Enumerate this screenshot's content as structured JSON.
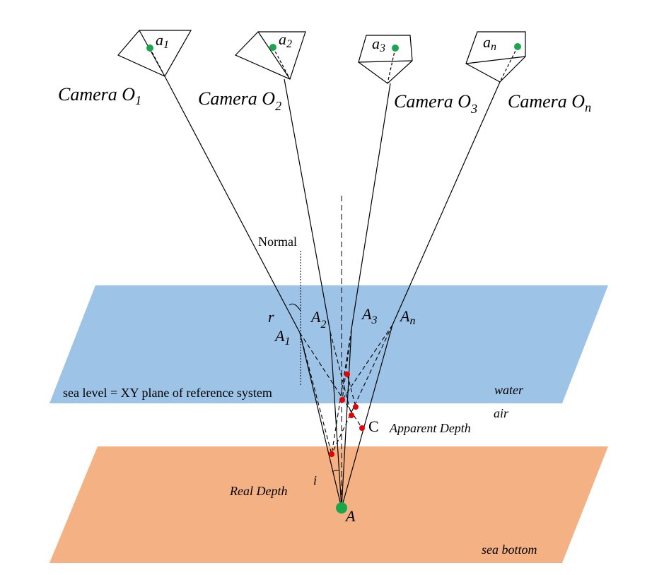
{
  "colors": {
    "water_plane": "#9dc3e6",
    "bottom_plane": "#f4b183",
    "point_green": "#1aa64a",
    "point_red": "#e60000",
    "line": "#000000"
  },
  "labels": {
    "cameras": [
      {
        "name": "Camera ",
        "sub": "O",
        "idx": "1"
      },
      {
        "name": "Camera ",
        "sub": "O",
        "idx": "2"
      },
      {
        "name": "Camera ",
        "sub": "O",
        "idx": "3"
      },
      {
        "name": "Camera ",
        "sub": "O",
        "idx": "n"
      }
    ],
    "image_points": [
      {
        "letter": "a",
        "idx": "1"
      },
      {
        "letter": "a",
        "idx": "2"
      },
      {
        "letter": "a",
        "idx": "3"
      },
      {
        "letter": "a",
        "idx": "n"
      }
    ],
    "surface_points": [
      {
        "letter": "A",
        "idx": "1"
      },
      {
        "letter": "A",
        "idx": "2"
      },
      {
        "letter": "A",
        "idx": "3"
      },
      {
        "letter": "A",
        "idx": "n"
      }
    ],
    "normal": "Normal",
    "angle_r": "r",
    "angle_i": "i",
    "sea_level": "sea level = XY plane of reference system",
    "water": "water",
    "air": "air",
    "point_c": "C",
    "apparent_depth": "Apparent Depth",
    "real_depth": "Real Depth",
    "point_a": "A",
    "sea_bottom": "sea bottom"
  }
}
